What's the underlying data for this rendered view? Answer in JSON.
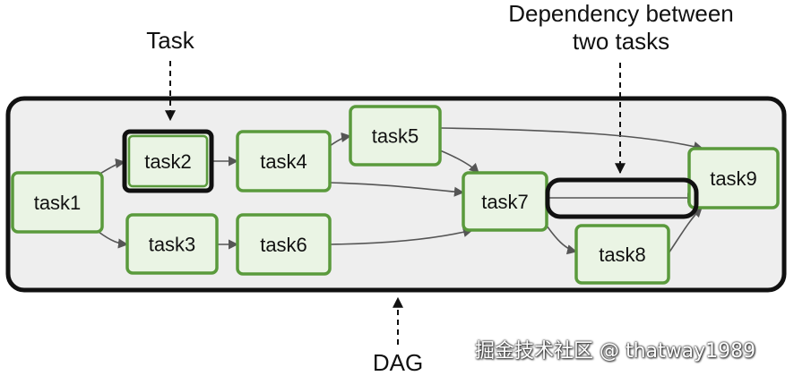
{
  "annotations": {
    "task": "Task",
    "dependency_line1": "Dependency between",
    "dependency_line2": "two tasks",
    "dag": "DAG"
  },
  "tasks": [
    {
      "id": "task1",
      "label": "task1"
    },
    {
      "id": "task2",
      "label": "task2",
      "highlighted": true
    },
    {
      "id": "task3",
      "label": "task3"
    },
    {
      "id": "task4",
      "label": "task4"
    },
    {
      "id": "task5",
      "label": "task5"
    },
    {
      "id": "task6",
      "label": "task6"
    },
    {
      "id": "task7",
      "label": "task7"
    },
    {
      "id": "task8",
      "label": "task8"
    },
    {
      "id": "task9",
      "label": "task9"
    }
  ],
  "edges": [
    {
      "from": "task1",
      "to": "task2"
    },
    {
      "from": "task1",
      "to": "task3"
    },
    {
      "from": "task2",
      "to": "task4"
    },
    {
      "from": "task3",
      "to": "task6"
    },
    {
      "from": "task4",
      "to": "task5"
    },
    {
      "from": "task4",
      "to": "task7"
    },
    {
      "from": "task5",
      "to": "task7"
    },
    {
      "from": "task5",
      "to": "task9"
    },
    {
      "from": "task6",
      "to": "task7"
    },
    {
      "from": "task7",
      "to": "task8"
    },
    {
      "from": "task7",
      "to": "task9",
      "highlighted": true
    },
    {
      "from": "task8",
      "to": "task9"
    }
  ],
  "watermark": "掘金技术社区 @ thatway1989",
  "colors": {
    "node_fill": "#eaf4e4",
    "node_border": "#5a9a3c",
    "highlight_border": "#111111",
    "dag_fill": "#eeeeee",
    "dag_border": "#111111",
    "edge": "#555555"
  }
}
